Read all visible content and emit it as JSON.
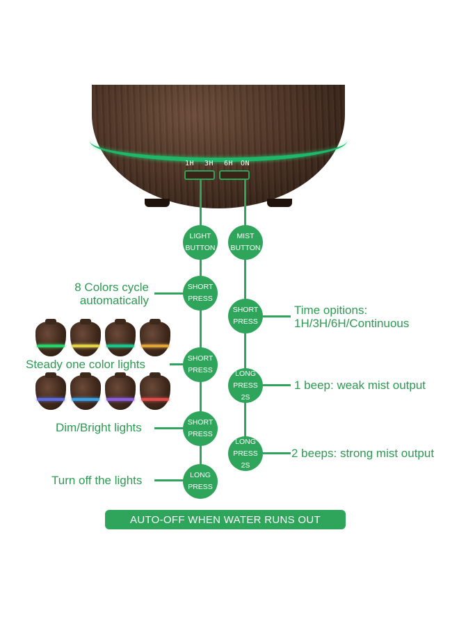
{
  "colors": {
    "accent": "#2ea55a",
    "label": "#2c9a52",
    "wood": "#3f281b",
    "ring_glow": "#1fb86a"
  },
  "device": {
    "timer_labels": [
      "1H",
      "3H",
      "6H",
      "ON"
    ]
  },
  "light_column": {
    "nodes": [
      "LIGHT\nBUTTON",
      "SHORT\nPRESS",
      "SHORT\nPRESS",
      "SHORT\nPRESS",
      "LONG\nPRESS"
    ],
    "labels": {
      "colors_cycle": "8 Colors cycle\nautomatically",
      "steady": "Steady one color lights",
      "dim": "Dim/Bright lights",
      "off": "Turn off the lights"
    }
  },
  "mist_column": {
    "nodes": [
      "MIST\nBUTTON",
      "SHORT\nPRESS",
      "LONG\nPRESS 2S",
      "LONG\nPRESS 2S"
    ],
    "labels": {
      "time": "Time opitions:\n1H/3H/6H/Continuous",
      "weak": "1 beep: weak mist output",
      "strong": "2 beeps: strong mist output"
    }
  },
  "thumbnail_glows": [
    "#2bd06a",
    "#e2d24a",
    "#1fc08a",
    "#e0a23a",
    "#5a6ce0",
    "#3aa0e8",
    "#8a5ce0",
    "#e04a4a"
  ],
  "banner": "AUTO-OFF WHEN WATER RUNS OUT"
}
